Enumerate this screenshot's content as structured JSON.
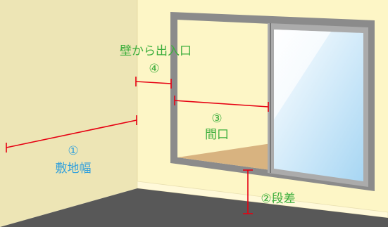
{
  "labels": {
    "m1_num": "①",
    "m1_name": "敷地幅",
    "m2": "②段差",
    "m3_num": "③",
    "m3_name": "間口",
    "m4_title": "壁から出入口",
    "m4_num": "④"
  },
  "colors": {
    "left_wall": "#ede5b5",
    "right_wall": "#fdf6c6",
    "floor": "#585858",
    "baseboard": "#fff9d9",
    "frame": "#8b8b8b",
    "frame_light": "#ababab",
    "glass": "#ffffff",
    "glass_blue": "#a7d6f3",
    "sill_floor": "#d8b380",
    "measure_red": "#e60012",
    "text_blue": "#2e9fdd",
    "text_green": "#3cae3c"
  }
}
